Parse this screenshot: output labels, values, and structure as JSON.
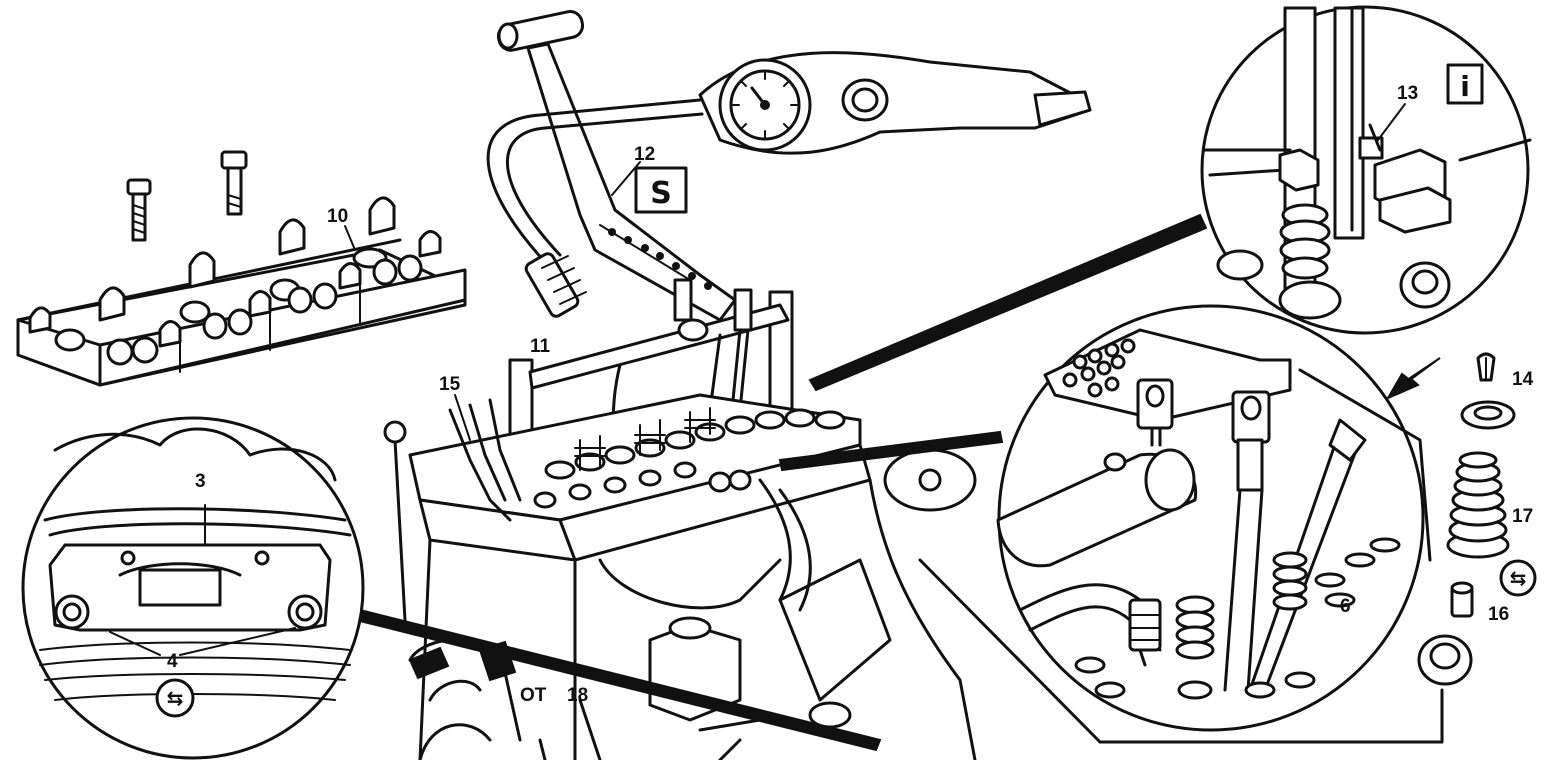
{
  "labels": {
    "l3": "3",
    "l4": "4",
    "l6": "6",
    "l10": "10",
    "l11": "11",
    "l12": "12",
    "l13": "13",
    "l14": "14",
    "l15": "15",
    "l16": "16",
    "l17": "17",
    "l18": "18",
    "ot": "OT"
  },
  "symbols": {
    "info": "i",
    "tool": "S",
    "reuse_1": "⇆",
    "reuse_2": "⇆"
  },
  "icons": [
    "info-icon",
    "special-tool-icon",
    "reuse-icon",
    "direction-arrow-icon"
  ],
  "colors": {
    "ink": "#111111",
    "paper": "#ffffff"
  }
}
